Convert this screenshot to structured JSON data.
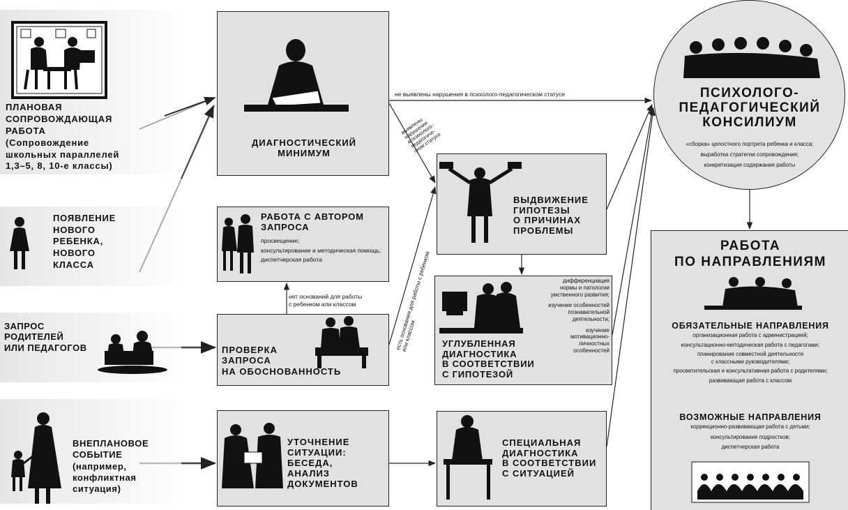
{
  "sources": {
    "planned_work": "ПЛАНОВАЯ\nСОПРОВОЖДАЮЩАЯ\nРАБОТА\n(Сопровождение\nшкольных параллелей\n1,3–5, 8, 10-е классы)",
    "new_child": "ПОЯВЛЕНИЕ\nНОВОГО\nРЕБЕНКА,\nНОВОГО\nКЛАССА",
    "request": "ЗАПРОС\nРОДИТЕЛЕЙ\nИЛИ ПЕДАГОГОВ",
    "unplanned": "ВНЕПЛАНОВОЕ\nСОБЫТИЕ\n(например,\nконфликтная\nситуация)"
  },
  "boxes": {
    "diagnostic_minimum": "ДИАГНОСТИЧЕСКИЙ\nМИНИМУМ",
    "author_work_title": "РАБОТА С АВТОРОМ\nЗАПРОСА",
    "author_work_items": [
      "просвещение;",
      "консультирование и методическая помощь;",
      "диспетчерская работа"
    ],
    "request_check": "ПРОВЕРКА\nЗАПРОСА\nНА ОБОСНОВАННОСТЬ",
    "clarification": "УТОЧНЕНИЕ\nСИТУАЦИИ:\nБЕСЕДА,\nАНАЛИЗ\nДОКУМЕНТОВ",
    "hypothesis": "ВЫДВИЖЕНИЕ\nГИПОТЕЗЫ\nО ПРИЧИНАХ\nПРОБЛЕМЫ",
    "deep_diag": "УГЛУБЛЕННАЯ\nДИАГНОСТИКА\nВ СООТВЕТСТВИИ\nС ГИПОТЕЗОЙ",
    "deep_diag_items": [
      "дифференциация нормы и патологии умственного развития;",
      "изучение особенностей познавательной деятельности;",
      "изучение мотивационно-личностных особенностей"
    ],
    "special_diag": "СПЕЦИАЛЬНАЯ\nДИАГНОСТИКА\nВ СООТВЕТСТВИИ\nС СИТУАЦИЕЙ"
  },
  "arrow_labels": {
    "no_violations": "не выявлены нарушения в психолого-педагогическом статусе",
    "violations_found": "выявлены\nнарушения\nв психолого-\nпедагогиче-\nском статусе",
    "no_grounds": "нет оснований для работы\nс ребенком или классом",
    "has_grounds": "есть основания для работы с ребенком\nили классом"
  },
  "council": {
    "title": "ПСИХОЛОГО-\nПЕДАГОГИЧЕСКИЙ\nКОНСИЛИУМ",
    "items": [
      "«сборка» целостного портрета ребенка и класса;",
      "выработка стратегии сопровождения;",
      "конкретизация содержания работы"
    ]
  },
  "directions": {
    "title": "РАБОТА\nПО НАПРАВЛЕНИЯМ",
    "mandatory_title": "ОБЯЗАТЕЛЬНЫЕ НАПРАВЛЕНИЯ",
    "mandatory_items": [
      "организационная работа с администрацией;",
      "консультационно-методическая работа с педагогами;",
      "планирование совместной деятельности\nс классными руководителями;",
      "просветительская и консультативная работа с родителями;",
      "развивающая работа с классом"
    ],
    "possible_title": "ВОЗМОЖНЫЕ НАПРАВЛЕНИЯ",
    "possible_items": [
      "коррекционно-развивающая работа с детьми;",
      "консультирование подростков;",
      "диспетчерская работа"
    ]
  },
  "colors": {
    "box": "#e1e1e1",
    "ink": "#111111",
    "line": "#222222"
  }
}
